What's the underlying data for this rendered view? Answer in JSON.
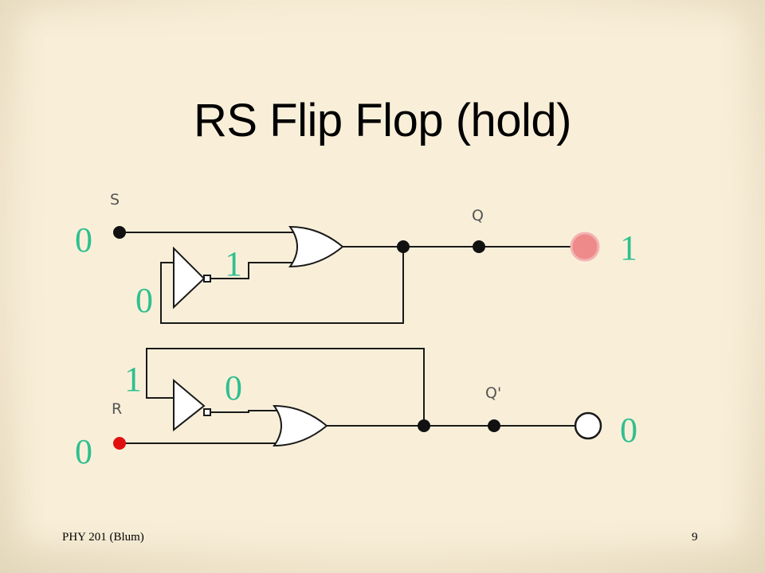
{
  "slide": {
    "title": "RS Flip Flop (hold)",
    "footer_left": "PHY 201 (Blum)",
    "page_number": "9"
  },
  "circuit": {
    "pins": {
      "s": "S",
      "r": "R",
      "q": "Q",
      "q_not": "Q'"
    },
    "states": {
      "s_input": "0",
      "r_input": "0",
      "top_inverter_out": "1",
      "top_inverter_in": "0",
      "bottom_inverter_in": "1",
      "bottom_inverter_out": "0",
      "q_output": "1",
      "q_not_output": "0"
    },
    "colors": {
      "wire": "#1a1a1a",
      "state_label": "#2fbf8f",
      "q_lamp_on": "#ef8a8a",
      "r_input_dot": "#e01010",
      "q_not_lamp_off": "#ffffff"
    },
    "icons": [
      "or-gate-icon",
      "not-gate-icon",
      "output-lamp-icon"
    ]
  }
}
